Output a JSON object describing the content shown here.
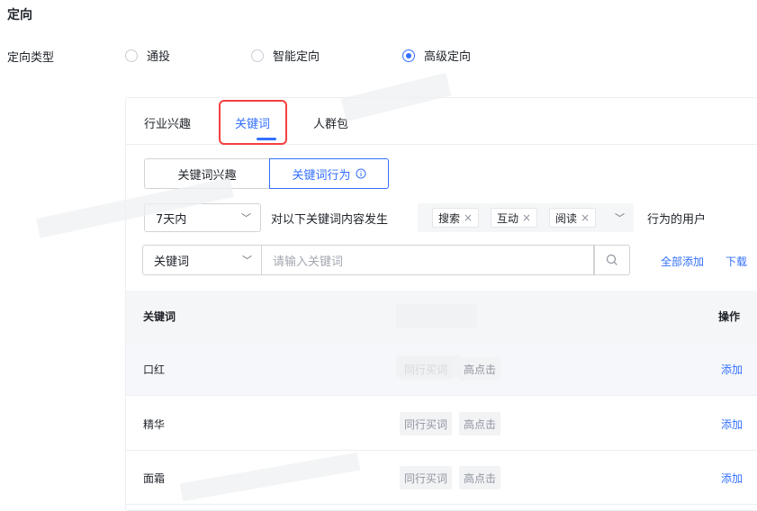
{
  "section_title": "定向",
  "targeting_type": {
    "label": "定向类型",
    "options": [
      {
        "label": "通投",
        "checked": false
      },
      {
        "label": "智能定向",
        "checked": false
      },
      {
        "label": "高级定向",
        "checked": true
      }
    ]
  },
  "tabs": [
    {
      "label": "行业兴趣",
      "active": false
    },
    {
      "label": "关键词",
      "active": true
    },
    {
      "label": "人群包",
      "active": false
    }
  ],
  "segments": [
    {
      "label": "关键词兴趣",
      "active": false
    },
    {
      "label": "关键词行为",
      "active": true,
      "icon": "info-icon"
    }
  ],
  "behavior": {
    "period": "7天内",
    "prefix": "对以下关键词内容发生",
    "actions": [
      "搜索",
      "互动",
      "阅读"
    ],
    "suffix": "行为的用户"
  },
  "search": {
    "type": "关键词",
    "placeholder": "请输入关键词",
    "add_all": "全部添加",
    "download": "下载"
  },
  "table": {
    "headers": {
      "keyword": "关键词",
      "action": "操作"
    },
    "rows": [
      {
        "keyword": "口红",
        "tags": [
          "同行买词",
          "高点击"
        ],
        "action": "添加"
      },
      {
        "keyword": "精华",
        "tags": [
          "同行买词",
          "高点击"
        ],
        "action": "添加"
      },
      {
        "keyword": "面霜",
        "tags": [
          "同行买词",
          "高点击"
        ],
        "action": "添加"
      }
    ]
  },
  "colors": {
    "accent": "#3370ff",
    "highlight": "#f53f3f"
  }
}
